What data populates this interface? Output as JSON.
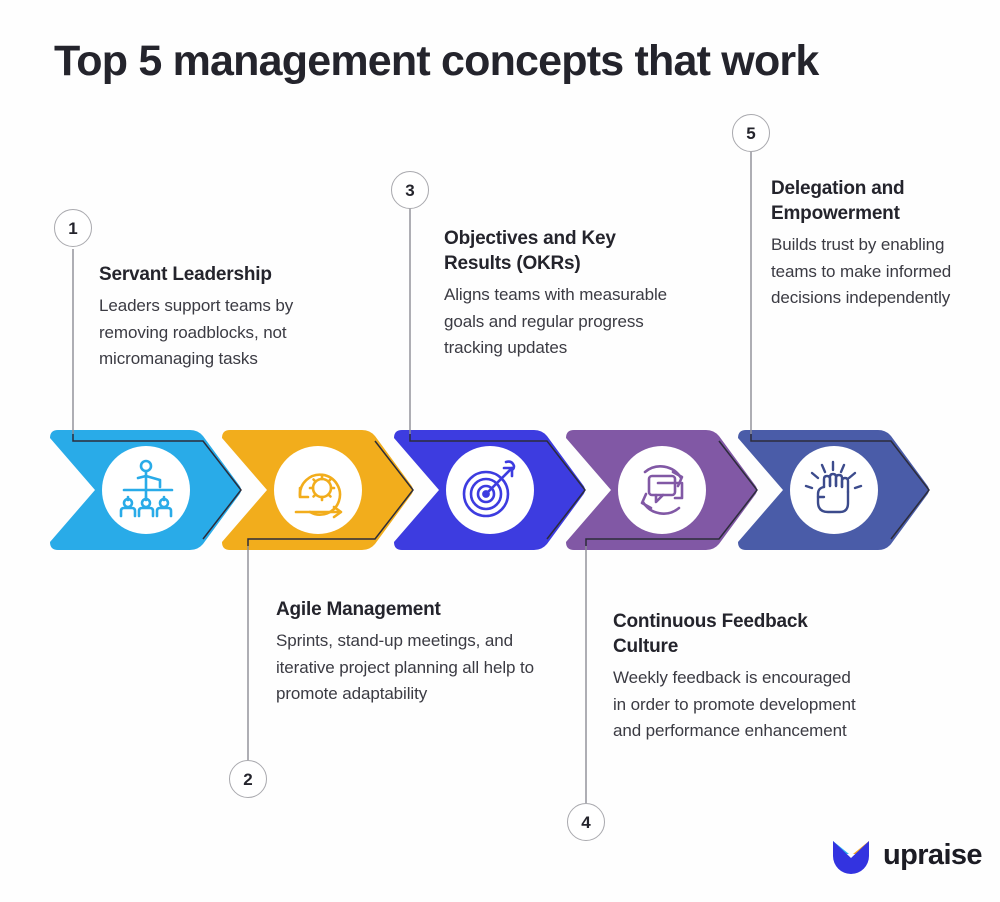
{
  "title": "Top 5 management concepts that work",
  "colors": {
    "chevron1": "#29ABE8",
    "chevron2": "#F2AD1C",
    "chevron3": "#3D3CE0",
    "chevron4": "#8158A5",
    "chevron5": "#4A5CA8",
    "connector": "#4a4a55",
    "badge_border": "#a9a9ae",
    "title_text": "#24242c",
    "body_text": "#3b3b43",
    "logo_cyan": "#2BB3F0",
    "logo_amber": "#F5A623",
    "logo_blue": "#3333E0",
    "background": "#ffffff"
  },
  "steps": [
    {
      "number": "1",
      "title": "Servant Leadership",
      "body": "Leaders support teams by removing roadblocks, not micromanaging tasks",
      "icon": "team-hierarchy-icon",
      "color": "#29ABE8",
      "position": "above"
    },
    {
      "number": "2",
      "title": "Agile Management",
      "body": "Sprints, stand-up meetings, and iterative project planning all help to promote adaptability",
      "icon": "agile-gear-cycle-icon",
      "color": "#F2AD1C",
      "position": "below"
    },
    {
      "number": "3",
      "title": "Objectives and Key Results (OKRs)",
      "body": "Aligns teams with measurable goals and regular progress tracking updates",
      "icon": "target-arrow-icon",
      "color": "#3D3CE0",
      "position": "above"
    },
    {
      "number": "4",
      "title": "Continuous Feedback Culture",
      "body": "Weekly feedback is encouraged in order to promote development and performance enhancement",
      "icon": "feedback-loop-icon",
      "color": "#8158A5",
      "position": "below"
    },
    {
      "number": "5",
      "title": "Delegation and Empowerment",
      "body": "Builds trust by enabling teams to make informed decisions independently",
      "icon": "raised-fist-icon",
      "color": "#4A5CA8",
      "position": "above"
    }
  ],
  "logo": {
    "wordmark": "upraise",
    "mark": "upraise-logo-mark"
  }
}
